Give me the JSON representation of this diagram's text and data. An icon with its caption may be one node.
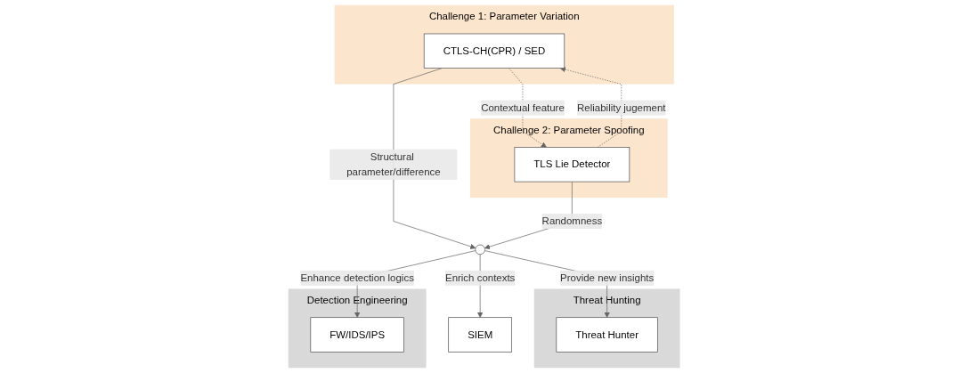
{
  "diagram": {
    "nodes": [
      {
        "text": [
          "Challenge 1: Parameter Variation"
        ]
      },
      {
        "text": [
          "CTLS-CH(CPR) / SED"
        ],
        "in": 0
      },
      {
        "text": [
          "Challenge 2: Parameter Spoofing"
        ]
      },
      {
        "text": [
          "TLS Lie Detector"
        ],
        "in": 2
      },
      {
        "text": [],
        "shape": "circle"
      },
      {
        "text": [
          "Threat Hunting"
        ]
      },
      {
        "text": [
          "Threat Hunter"
        ],
        "in": 5
      },
      {
        "text": [
          "SIEM"
        ]
      },
      {
        "text": [
          "Detection Engineering"
        ]
      },
      {
        "text": [
          "FW/IDS/IPS"
        ],
        "in": 8
      }
    ],
    "edges": [
      {
        "from": 1,
        "to": 3,
        "arrow": "to",
        "label": "Contextual feature",
        "style": "dashed"
      },
      {
        "from": 3,
        "to": 1,
        "arrow": "to",
        "label": "Reliability jugement",
        "style": "dashed"
      },
      {
        "from": 1,
        "to": 4,
        "arrow": "to",
        "label": "Structural parameter/difference"
      },
      {
        "from": 3,
        "to": 4,
        "arrow": "to",
        "label": "Randomness"
      },
      {
        "from": 4,
        "to": 6,
        "arrow": "to",
        "label": "Provide new insights"
      },
      {
        "from": 4,
        "to": 7,
        "arrow": "to",
        "label": "Enrich contexts"
      },
      {
        "from": 4,
        "to": 9,
        "arrow": "to",
        "label": "Enhance detection logics"
      }
    ]
  }
}
